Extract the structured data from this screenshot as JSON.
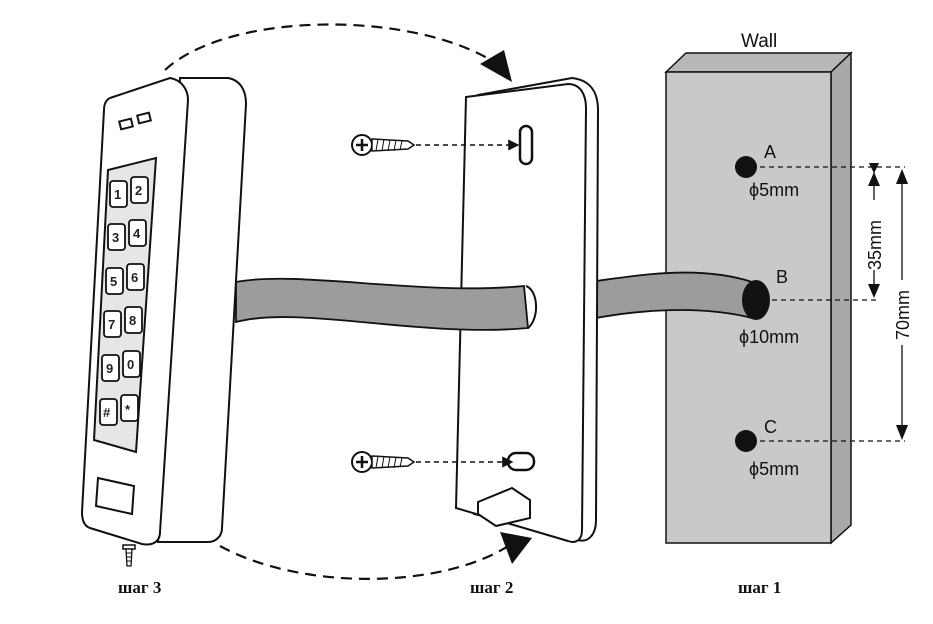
{
  "wall": {
    "label": "Wall",
    "holes": [
      {
        "id": "A",
        "diameter": "ϕ5mm"
      },
      {
        "id": "B",
        "diameter": "ϕ10mm"
      },
      {
        "id": "C",
        "diameter": "ϕ5mm"
      }
    ],
    "dimensions": [
      {
        "id": "ab",
        "text": "35mm"
      },
      {
        "id": "ac",
        "text": "70mm"
      }
    ]
  },
  "keypad": {
    "keys": [
      "1",
      "2",
      "3",
      "4",
      "5",
      "6",
      "7",
      "8",
      "9",
      "0",
      "#",
      "*"
    ]
  },
  "steps": [
    "шаг 3",
    "шаг 2",
    "шаг 1"
  ],
  "colors": {
    "wall_fill": "#c8c8c8",
    "wall_side": "#b0b0b0",
    "cable": "#9a9a9a",
    "line": "#111111"
  }
}
